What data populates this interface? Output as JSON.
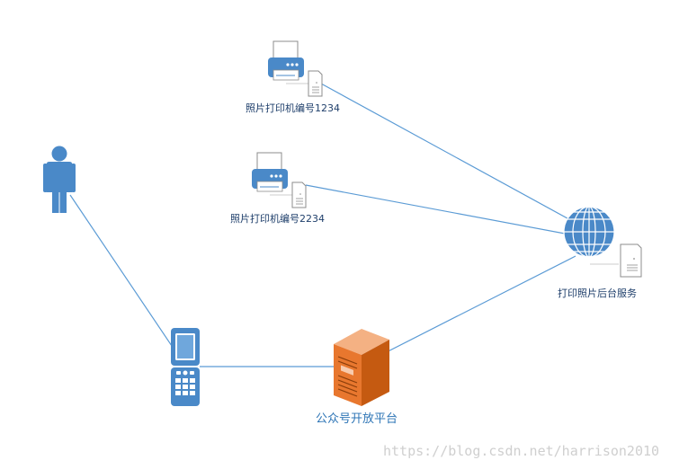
{
  "nodes": {
    "printer_1": {
      "label": "照片打印机编号1234"
    },
    "printer_2": {
      "label": "照片打印机编号2234"
    },
    "backend_service": {
      "label": "打印照片后台服务"
    },
    "official_account_platform": {
      "label": "公众号开放平台"
    }
  },
  "watermark": "https://blog.csdn.net/harrison2010",
  "colors": {
    "connector": "#5b9bd5",
    "node_blue": "#4a89c8",
    "server_orange": "#e8772e",
    "label_text": "#1f3f6b",
    "platform_label": "#2e75b6",
    "watermark": "#cfcfcf"
  },
  "icons": {
    "user": "person-icon",
    "phone": "flip-phone-icon",
    "printer": "printer-icon",
    "backend": "globe-server-icon",
    "platform": "tower-server-icon"
  }
}
